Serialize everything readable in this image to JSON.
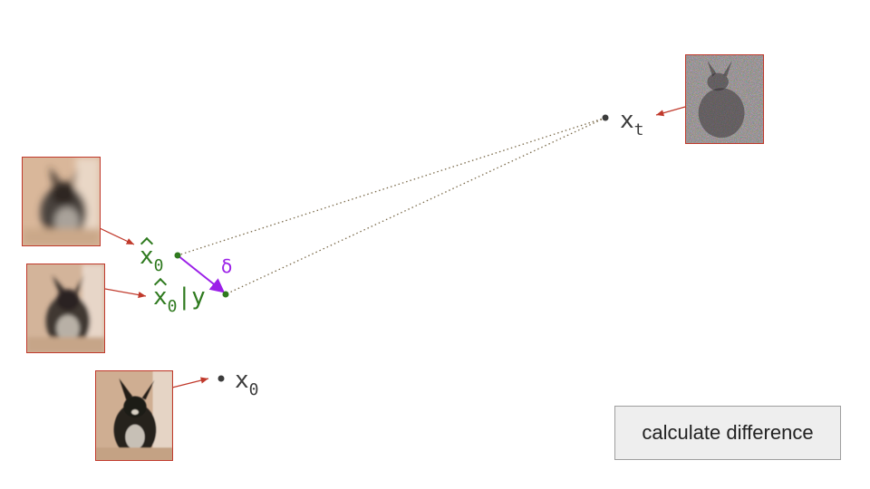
{
  "labels": {
    "x_t": {
      "base": "x",
      "sub": "t"
    },
    "x_hat_0": {
      "base": "x",
      "sub": "0"
    },
    "x_hat_0_given_y": {
      "base": "x",
      "sub": "0",
      "suffix": "|y"
    },
    "x_0": {
      "base": "x",
      "sub": "0"
    },
    "delta": "δ"
  },
  "button": {
    "label": "calculate difference"
  },
  "colors": {
    "dark": "#3c3c3c",
    "green": "#2f7a1f",
    "purple": "#9b1fe8",
    "red": "#c0392b",
    "dotted": "#7a6a4a"
  },
  "images": {
    "noisy": "noisy rabbit photo",
    "blur_heavy": "heavily blurred rabbit photo",
    "blur_medium": "blurred rabbit photo",
    "clean": "clean rabbit photo"
  }
}
